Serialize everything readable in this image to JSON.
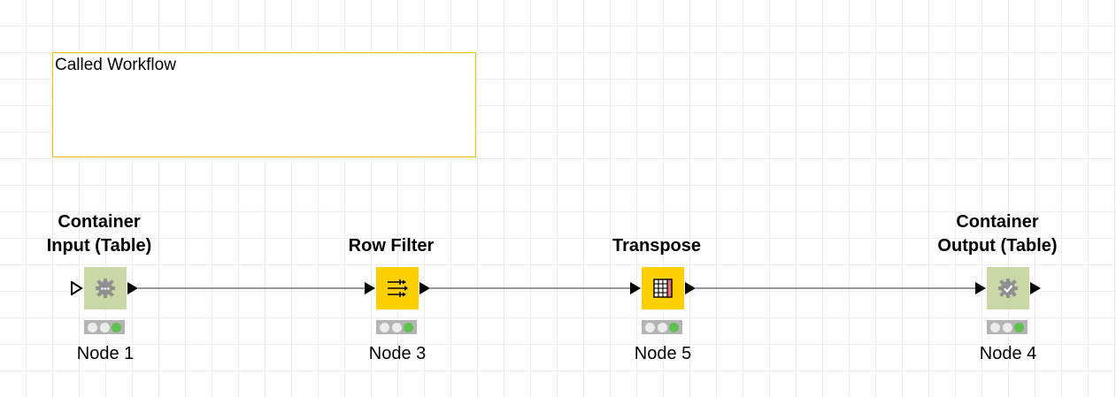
{
  "annotation": {
    "text": "Called Workflow"
  },
  "nodes": [
    {
      "id": "node1",
      "title_line1": "Container",
      "title_line2": "Input (Table)",
      "label": "Node 1",
      "type": "container-input",
      "status": [
        "off",
        "off",
        "green"
      ]
    },
    {
      "id": "node3",
      "title_line1": "",
      "title_line2": "Row Filter",
      "label": "Node 3",
      "type": "row-filter",
      "status": [
        "off",
        "off",
        "green"
      ]
    },
    {
      "id": "node5",
      "title_line1": "",
      "title_line2": "Transpose",
      "label": "Node 5",
      "type": "transpose",
      "status": [
        "off",
        "off",
        "green"
      ]
    },
    {
      "id": "node4",
      "title_line1": "Container",
      "title_line2": "Output (Table)",
      "label": "Node 4",
      "type": "container-output",
      "status": [
        "off",
        "off",
        "green"
      ]
    }
  ],
  "colors": {
    "container_node": "#c9d8a6",
    "manipulator_node": "#ffd000",
    "annotation_border": "#e6c200",
    "status_green": "#5fbf4f",
    "status_off": "#ececec"
  },
  "icons": {
    "container-input": "gear-dots-icon",
    "row-filter": "row-filter-arrows-icon",
    "transpose": "table-grid-icon",
    "container-output": "gear-check-icon"
  }
}
